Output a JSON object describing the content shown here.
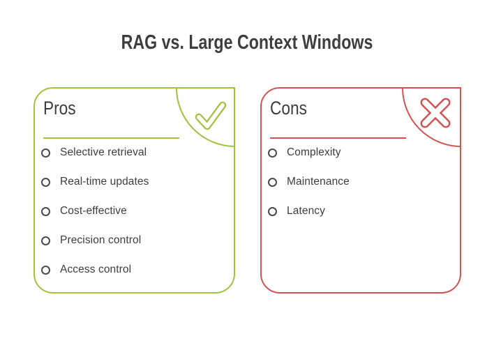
{
  "page_title": "RAG vs. Large Context Windows",
  "colors": {
    "pros_accent": "#a3c13e",
    "cons_accent": "#d45252",
    "title_text": "#3e3e3e",
    "body_text": "#3d3d3d",
    "bullet_outline": "#4a4a4a",
    "background": "#ffffff"
  },
  "cards": {
    "pros": {
      "label": "Pros",
      "icon": "check-icon",
      "items": [
        "Selective retrieval",
        "Real-time updates",
        "Cost-effective",
        "Precision control",
        "Access control"
      ]
    },
    "cons": {
      "label": "Cons",
      "icon": "x-icon",
      "items": [
        "Complexity",
        "Maintenance",
        "Latency"
      ]
    }
  }
}
